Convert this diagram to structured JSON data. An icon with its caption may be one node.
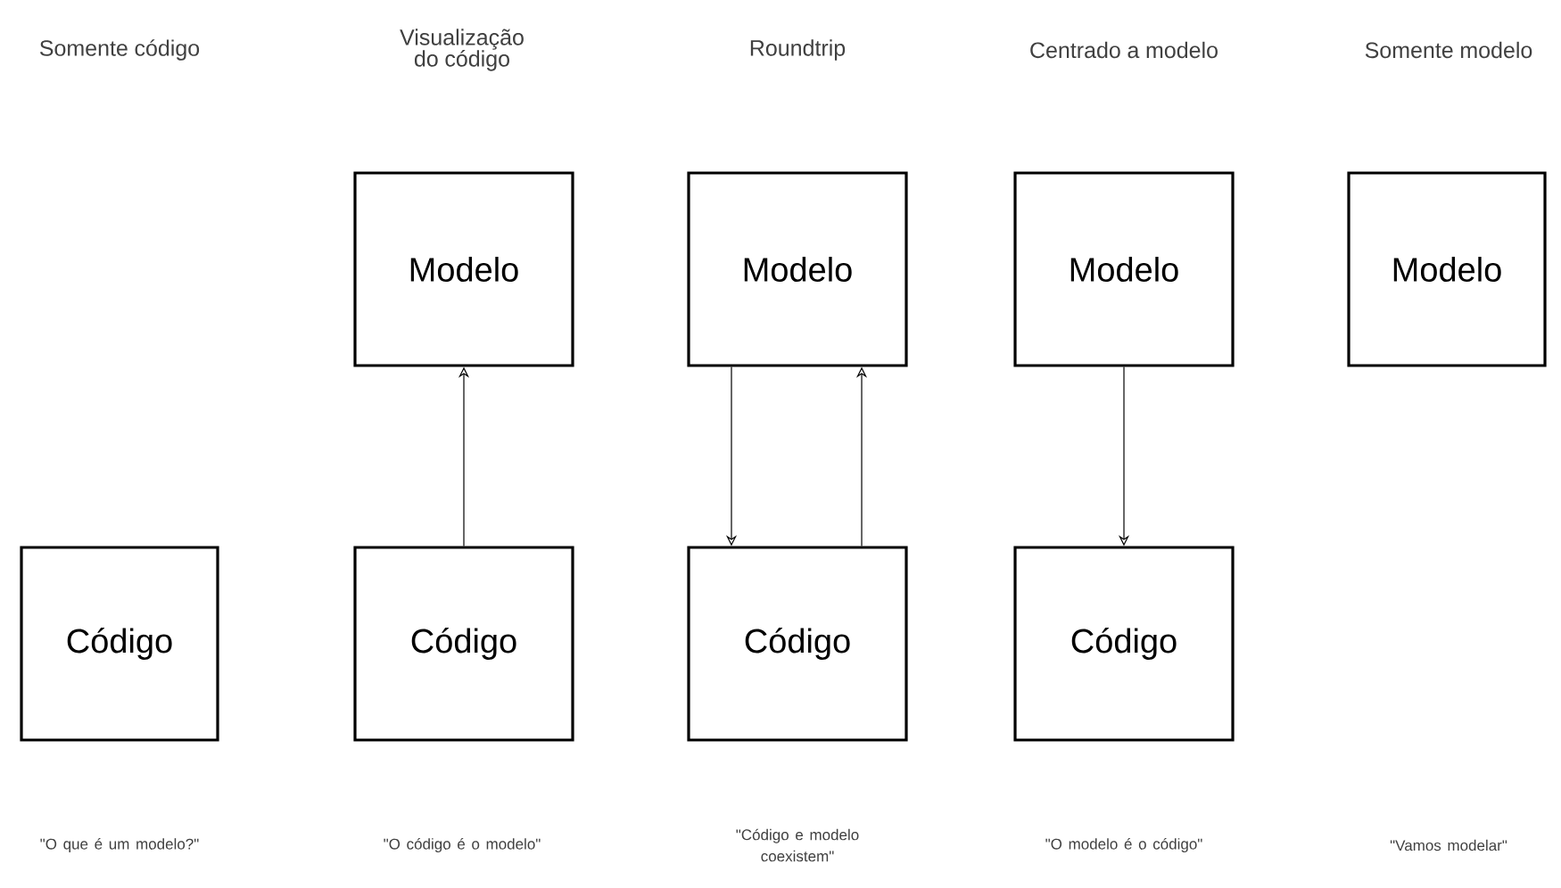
{
  "diagram": {
    "nodes": [
      {
        "text": [
          "Modelo"
        ]
      },
      {
        "text": [
          "Modelo"
        ]
      },
      {
        "text": [
          "Modelo"
        ]
      },
      {
        "text": [
          "Modelo"
        ]
      },
      {
        "text": [
          "Código"
        ]
      },
      {
        "text": [
          "Código"
        ]
      },
      {
        "text": [
          "Código"
        ]
      },
      {
        "text": [
          "Código"
        ]
      }
    ],
    "edges": [
      {
        "from": 5,
        "to": 0,
        "arrow": "to"
      },
      {
        "from": 1,
        "to": 6,
        "arrow": "to"
      },
      {
        "from": 6,
        "to": 1,
        "arrow": "to"
      },
      {
        "from": 2,
        "to": 7,
        "arrow": "to"
      }
    ],
    "labels": [
      "Somente código",
      "Visualização do código",
      "Roundtrip",
      "Centrado a modelo",
      "Somente modelo",
      "\"O que é um modelo?\"",
      "\"O código é o modelo\"",
      "\"Código e modelo coexistem\"",
      "\"O modelo é o código\"",
      "\"Vamos modelar\""
    ]
  }
}
